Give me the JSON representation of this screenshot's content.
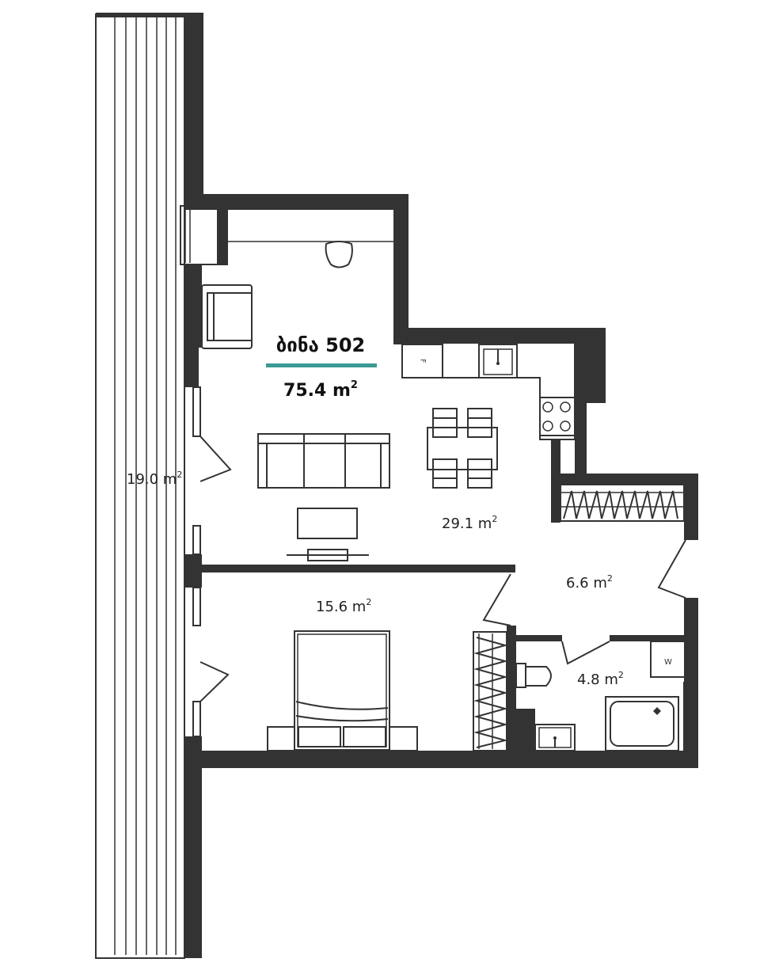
{
  "apartment": {
    "name": "ბინა 502",
    "total_area": "75.4 m",
    "accent_color": "#3a9a94"
  },
  "rooms": {
    "terrace": {
      "area": "19.0 m"
    },
    "living_kitchen": {
      "area": "29.1 m"
    },
    "bedroom": {
      "area": "15.6 m"
    },
    "hall": {
      "area": "6.6 m"
    },
    "bathroom": {
      "area": "4.8 m"
    }
  },
  "superscript": "2",
  "appliances": {
    "fridge_label": "F",
    "washer_label": "W"
  },
  "colors": {
    "wall": "#333333",
    "text": "#222222"
  }
}
